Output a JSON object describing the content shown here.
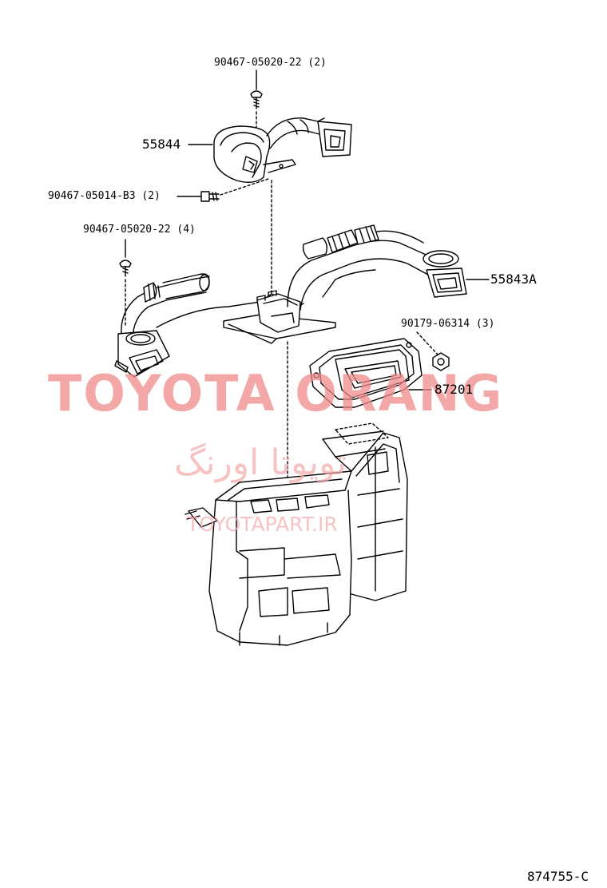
{
  "diagram": {
    "part_labels": {
      "screw_top": "90467-05020-22 (2)",
      "duct_55844": "55844",
      "clip_b3": "90467-05014-B3 (2)",
      "screw_left": "90467-05020-22 (4)",
      "duct_55843a": "55843A",
      "nut": "90179-06314 (3)",
      "duct_87201": "87201"
    },
    "figure_code": "874755-C"
  },
  "watermark": {
    "main": "TOYOTA ORANG",
    "persian": "تویوتا اورنگ",
    "url": "TOYOTAPART.IR",
    "color": "#f08a8a"
  }
}
